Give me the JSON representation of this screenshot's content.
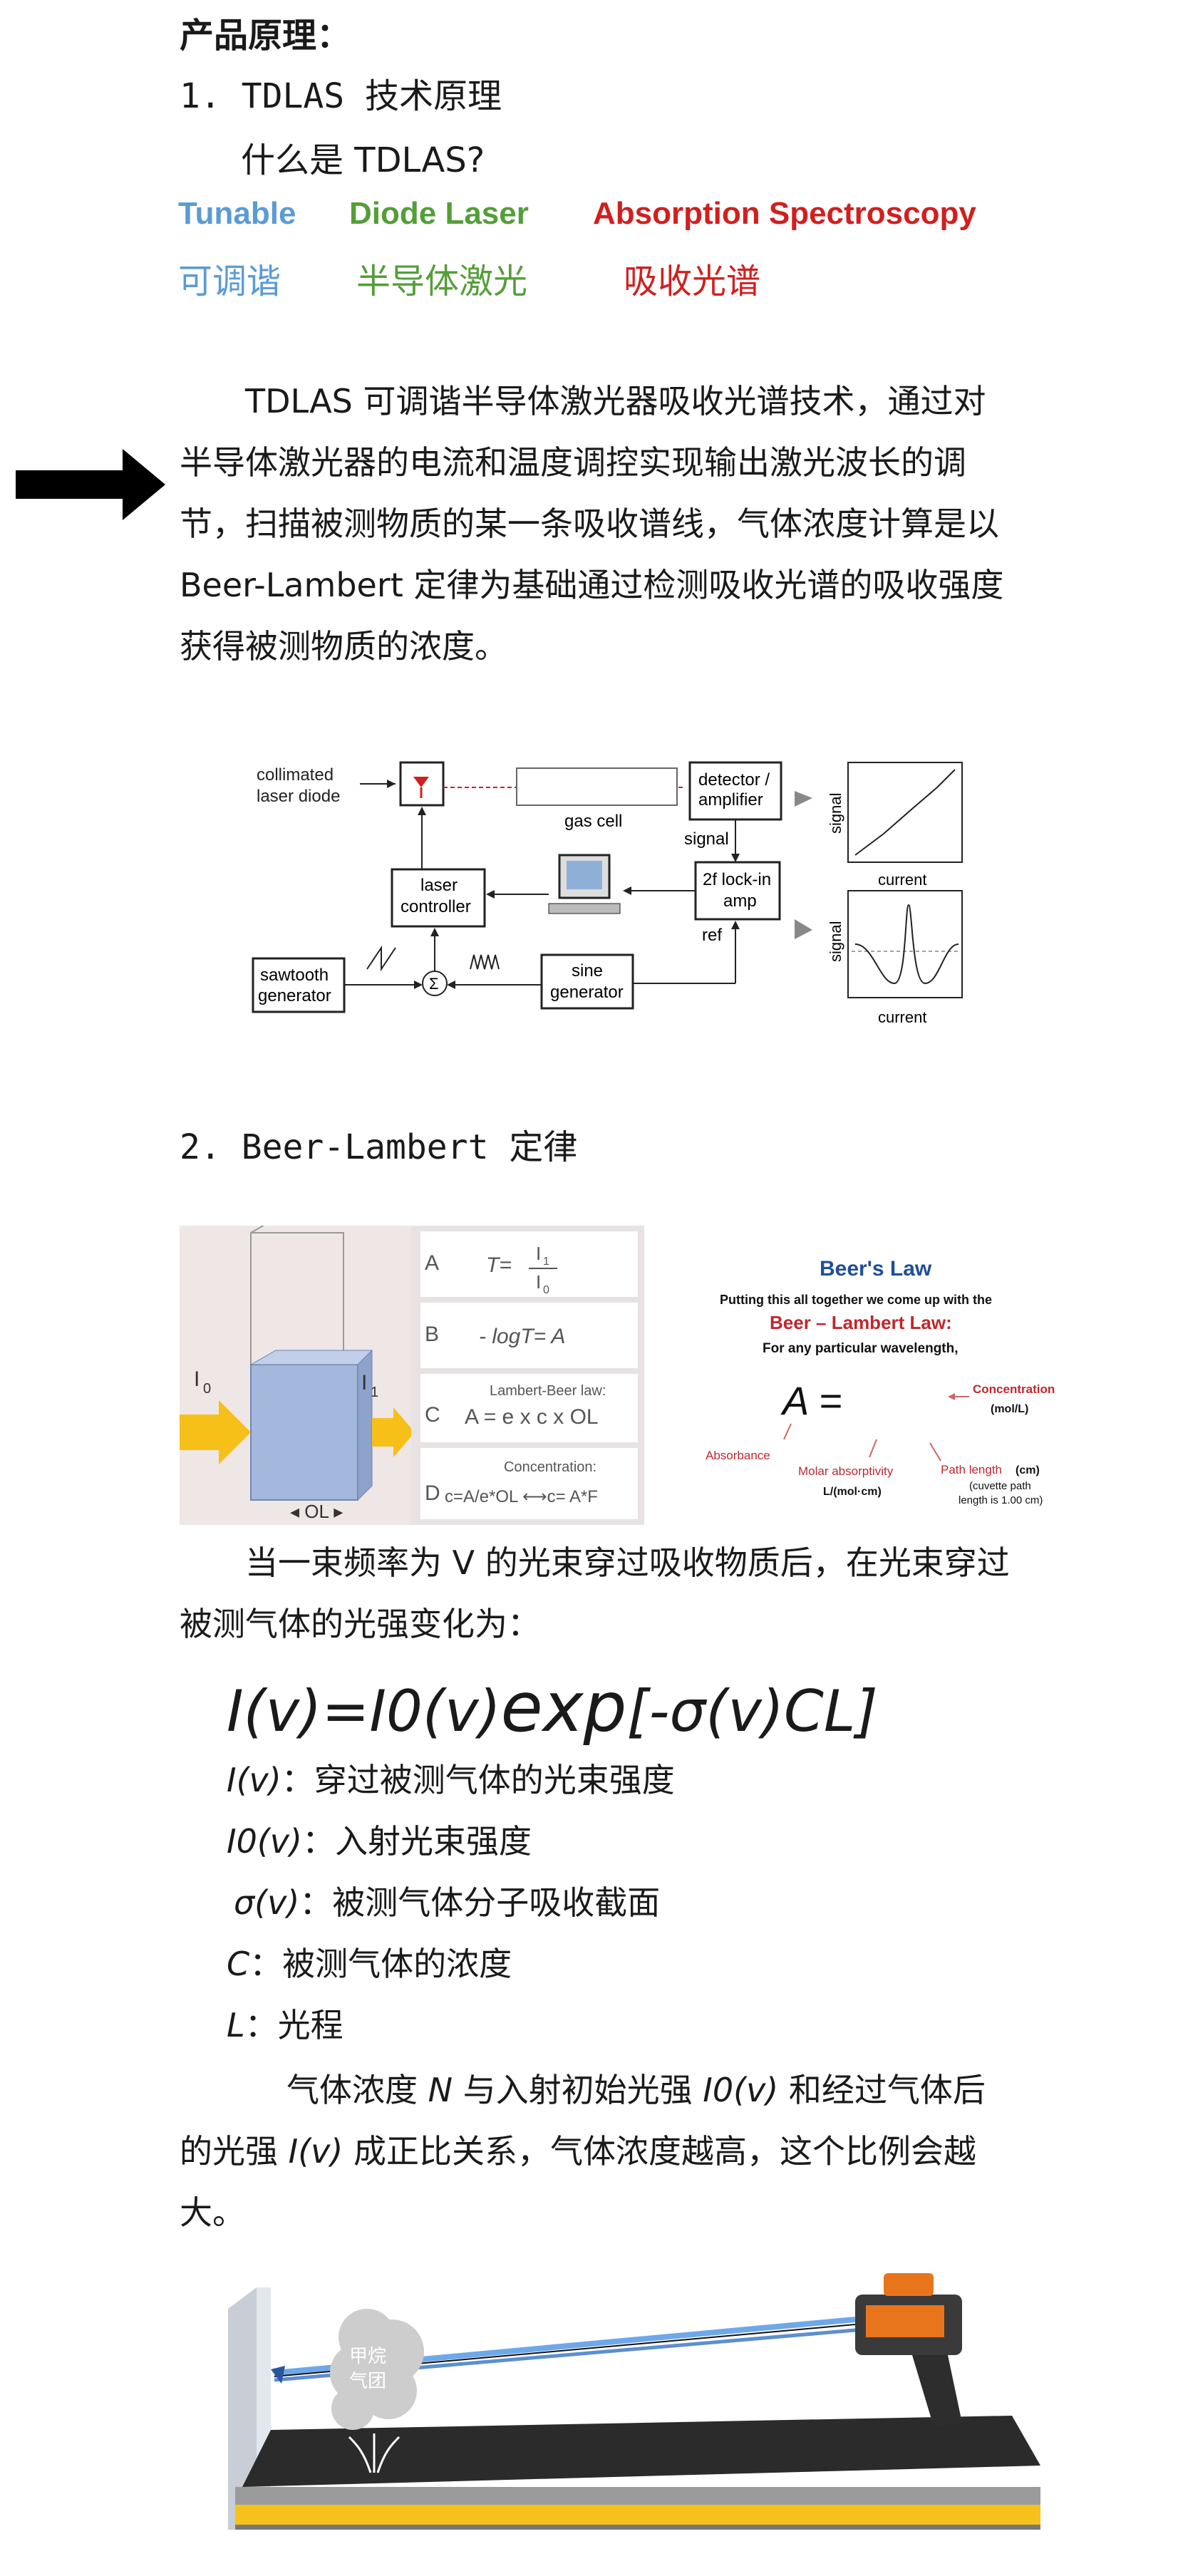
{
  "heading": "产品原理：",
  "section1": "1. TDLAS 技术原理",
  "question": "什么是 TDLAS?",
  "acronym": {
    "tunable": "Tunable",
    "diode": "Diode Laser",
    "absorption": "Absorption Spectroscopy",
    "tunable_cn": "可调谐",
    "diode_cn": "半导体激光",
    "absorption_cn": "吸收光谱"
  },
  "intro_paragraph": "TDLAS 可调谐半导体激光器吸收光谱技术，通过对半导体激光器的电流和温度调控实现输出激光波长的调节，扫描被测物质的某一条吸收谱线，气体浓度计算是以 Beer-Lambert 定律为基础通过检测吸收光谱的吸收强度获得被测物质的浓度。",
  "diagram": {
    "collimated": "collimated",
    "laser_diode": "laser diode",
    "gas_cell": "gas cell",
    "detector": "detector /",
    "amplifier": "amplifier",
    "signal": "signal",
    "lockin_1": "2f lock-in",
    "lockin_2": "amp",
    "ref": "ref",
    "laser_ctrl_1": "laser",
    "laser_ctrl_2": "controller",
    "sawtooth_1": "sawtooth",
    "sawtooth_2": "generator",
    "sine_1": "sine",
    "sine_2": "generator",
    "sigma": "Σ",
    "plot_signal": "signal",
    "plot_current": "current"
  },
  "section2": "2. Beer-Lambert 定律",
  "beer_table": {
    "row_a_letter": "A",
    "row_a_formula_t": "T=",
    "row_a_num": "I",
    "row_a_num_sub": "1",
    "row_a_den": "I",
    "row_a_den_sub": "0",
    "row_b_letter": "B",
    "row_b_formula": "- logT= A",
    "row_c_letter": "C",
    "row_c_caption": "Lambert-Beer law:",
    "row_c_formula": "A = e x c x OL",
    "row_d_letter": "D",
    "row_d_caption": "Concentration:",
    "row_d_formula": "c=A/e*OL ⟷c= A*F",
    "i0": "I",
    "i0_sub": "0",
    "i1": "I",
    "i1_sub": "1",
    "ol": "◂ OL ▸"
  },
  "beers_law": {
    "title": "Beer's Law",
    "line1": "Putting this all together we come up with the",
    "line2": "Beer – Lambert Law:",
    "line3": "For any particular wavelength,",
    "formula": "A =",
    "concentration": "Concentration",
    "conc_unit": "(mol/L)",
    "absorbance": "Absorbance",
    "molar": "Molar absorptivity",
    "molar_unit": "L/(mol·cm)",
    "path": "Path length",
    "path_unit": "(cm)",
    "cuvette1": "(cuvette path",
    "cuvette2": "length is 1.00 cm)"
  },
  "beam_paragraph": "当一束频率为 V 的光束穿过吸收物质后，在光束穿过被测气体的光强变化为：",
  "formula": {
    "left": "I(v)=I0(v)",
    "exp": "exp",
    "right": "[-σ(v)CL]"
  },
  "definitions": [
    {
      "sym": "I(v)",
      "text": "：穿过被测气体的光束强度"
    },
    {
      "sym": "I0(v)",
      "text": "：入射光束强度"
    },
    {
      "sym": "σ(v)",
      "text": "：被测气体分子吸收截面"
    },
    {
      "sym": "C",
      "text": "：被测气体的浓度"
    },
    {
      "sym": "L",
      "text": "：光程"
    }
  ],
  "concentration_paragraph": {
    "p1": "气体浓度",
    "n": "N",
    "p2": "与入射初始光强",
    "i0": "I0(v)",
    "p3": "和经过气体后的光强",
    "iv": "I(v)",
    "p4": "成正比关系，气体浓度越高，这个比例会越大。"
  },
  "illustration": {
    "cloud_line1": "甲烷",
    "cloud_line2": "气团"
  }
}
